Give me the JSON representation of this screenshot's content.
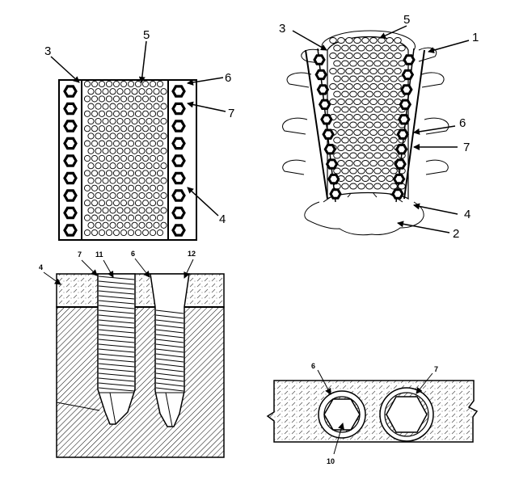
{
  "figure_a": {
    "labels": {
      "spongy_region": "5",
      "outer_shell": "3",
      "contact": "6",
      "heat_pipe": "7",
      "wall": "4"
    }
  },
  "figure_b": {
    "labels": {
      "spongy_region": "5",
      "outer_shell": "3",
      "vertebra": "1",
      "contact": "6",
      "heat_pipe": "7",
      "wall": "4",
      "base": "2"
    }
  },
  "figure_c": {
    "labels": {
      "wall": "4",
      "heat_pipe": "7",
      "threaded_screw": "11",
      "contact": "6",
      "smooth_screw": "12"
    }
  },
  "figure_d": {
    "labels": {
      "contact": "6",
      "heat_pipe": "7",
      "core": "10"
    }
  }
}
